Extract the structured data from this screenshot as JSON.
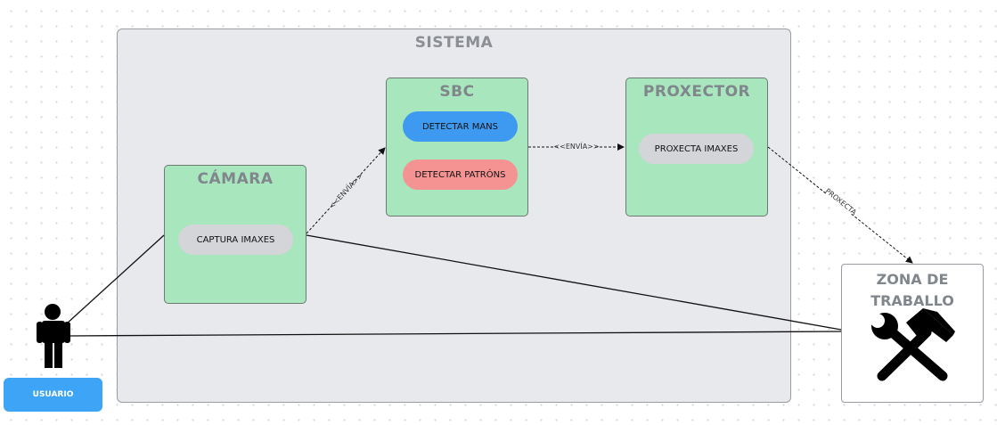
{
  "system": {
    "title": "SISTEMA"
  },
  "camera": {
    "title": "CÁMARA",
    "action": "CAPTURA IMAXES"
  },
  "sbc": {
    "title": "SBC",
    "actions": [
      "DETECTAR MANS",
      "DETECTAR PATRÓNS"
    ]
  },
  "projector": {
    "title": "PROXECTOR",
    "action": "PROXECTA IMAXES"
  },
  "workzone": {
    "title_line1": "ZONA DE",
    "title_line2": "TRABALLO",
    "icon": "tools-icon"
  },
  "user": {
    "label": "USUARIO",
    "icon": "person-icon"
  },
  "relations": {
    "camera_to_sbc": "<<ENVÍA>>",
    "sbc_to_projector": "<<ENVÍA>>",
    "projector_to_zone": "PROXECTA"
  },
  "colors": {
    "component_fill": "#a8e6be",
    "system_fill": "#e8e9ec",
    "pill_gray": "#d3d5d9",
    "pill_blue": "#3d9af0",
    "pill_red": "#f59393",
    "user_badge": "#3ea4f5"
  }
}
